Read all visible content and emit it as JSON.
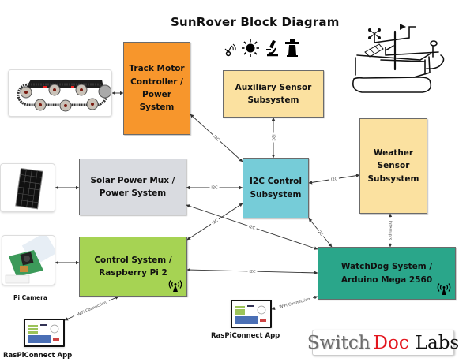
{
  "title": "SunRover Block Diagram",
  "title_icons": [
    {
      "name": "antenna-signal-icon",
      "glyph": "⍦"
    },
    {
      "name": "sun-icon",
      "glyph": "☀"
    },
    {
      "name": "microscope-icon",
      "glyph": "🔬"
    },
    {
      "name": "lighthouse-icon",
      "glyph": "⛯"
    }
  ],
  "blocks": {
    "track_motor": {
      "label": "Track Motor\nController /\nPower System",
      "color": "#f7962c"
    },
    "aux_sensor": {
      "label": "Auxiliary Sensor\nSubsystem",
      "color": "#fbe1a0"
    },
    "solar_power": {
      "label": "Solar Power Mux /\nPower System",
      "color": "#d9dbe0"
    },
    "i2c_control": {
      "label": "I2C Control\nSubsystem",
      "color": "#76ccd8"
    },
    "weather_sensor": {
      "label": "Weather Sensor\nSubsystem",
      "color": "#fbe1a0"
    },
    "control_system": {
      "label": "Control System /\nRaspberry Pi 2",
      "color": "#a6d353"
    },
    "watchdog": {
      "label": "WatchDog System /\nArduino Mega 2560",
      "color": "#2aa68a"
    }
  },
  "connections": [
    {
      "from": "track_motor",
      "to": "i2c_control",
      "label": "I2C"
    },
    {
      "from": "aux_sensor",
      "to": "i2c_control",
      "label": "I2C"
    },
    {
      "from": "solar_power",
      "to": "i2c_control",
      "label": "I2C"
    },
    {
      "from": "weather_sensor",
      "to": "i2c_control",
      "label": "I2C"
    },
    {
      "from": "control_system",
      "to": "i2c_control",
      "label": "I2C"
    },
    {
      "from": "solar_power",
      "to": "watchdog",
      "label": "I2C"
    },
    {
      "from": "watchdog",
      "to": "i2c_control",
      "label": "I2C"
    },
    {
      "from": "control_system",
      "to": "watchdog",
      "label": "I2C"
    },
    {
      "from": "weather_sensor",
      "to": "watchdog",
      "label": "Interrupts"
    },
    {
      "from": "raspiconnect_app_left",
      "to": "control_system",
      "label": "WiFi Connection"
    },
    {
      "from": "raspiconnect_app_right",
      "to": "watchdog",
      "label": "WiFi Connection"
    }
  ],
  "photos": {
    "tracks": {
      "alt": "Tracked chassis"
    },
    "solar_panel": {
      "alt": "Solar panel"
    },
    "pi_camera": {
      "alt": "Pi Camera",
      "caption": "Pi Camera"
    }
  },
  "apps": {
    "left": {
      "caption": "RasPiConnect App"
    },
    "right": {
      "caption": "RasPiConnect App"
    }
  },
  "brand": {
    "part1": "Switch",
    "part2": "Doc",
    "part3": "Labs"
  }
}
